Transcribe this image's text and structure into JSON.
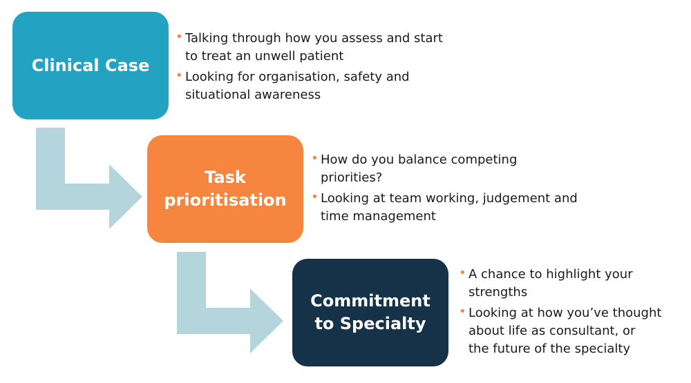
{
  "steps": [
    {
      "title_lines": [
        "Clinical Case"
      ],
      "color": "#23a2c1",
      "bullets": [
        [
          "Talking through how you assess and start",
          "to treat an unwell patient"
        ],
        [
          "Looking for organisation, safety and",
          "situational awareness"
        ]
      ]
    },
    {
      "title_lines": [
        "Task",
        "prioritisation"
      ],
      "color": "#f5853f",
      "bullets": [
        [
          "How do you balance competing",
          "priorities?"
        ],
        [
          "Looking at team working, judgement and",
          "time management"
        ]
      ]
    },
    {
      "title_lines": [
        "Commitment",
        "to Specialty"
      ],
      "color": "#153249",
      "bullets": [
        [
          "A chance to highlight your",
          "strengths"
        ],
        [
          "Looking at how you’ve thought",
          "about  life as consultant, or",
          "the future of the specialty"
        ]
      ]
    }
  ],
  "colors": {
    "arrow": "#b5d5dd",
    "bullet_marker": "#f5853f",
    "text": "#1a1a1a"
  }
}
